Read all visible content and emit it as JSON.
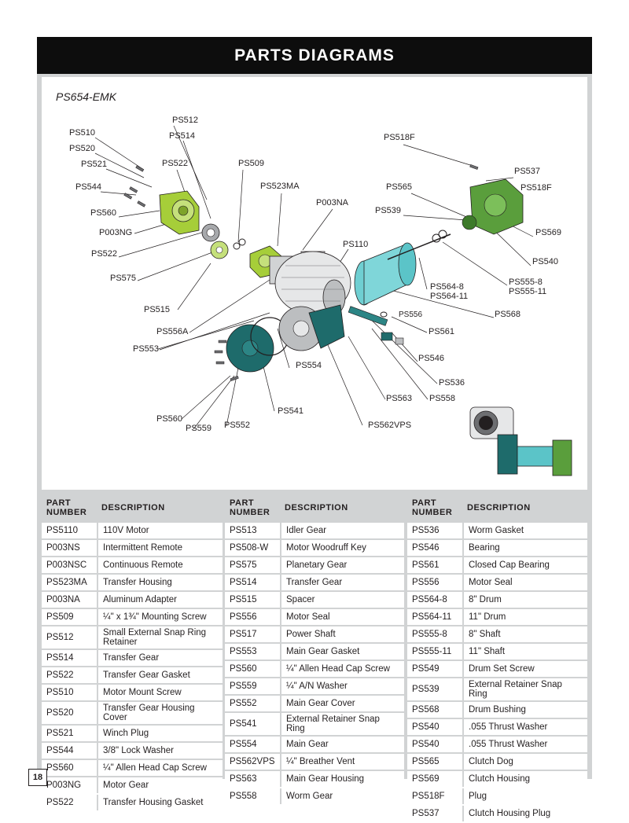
{
  "header": {
    "title": "PARTS DIAGRAMS"
  },
  "diagram": {
    "model": "PS654-EMK",
    "callouts": [
      "PS510",
      "PS520",
      "PS521",
      "PS544",
      "PS560",
      "P003NG",
      "PS522",
      "PS575",
      "PS515",
      "PS556A",
      "PS553",
      "PS512",
      "PS514",
      "PS522",
      "PS509",
      "PS523MA",
      "P003NA",
      "PS110",
      "PS518F",
      "PS537",
      "PS518F",
      "PS565",
      "PS539",
      "PS569",
      "PS540",
      "PS555-8",
      "PS555-11",
      "PS564-8",
      "PS564-11",
      "PS568",
      "PS556",
      "PS561",
      "PS546",
      "PS536",
      "PS558",
      "PS563",
      "PS554",
      "PS541",
      "PS562VPS",
      "PS552",
      "PS560",
      "PS559"
    ]
  },
  "tables": {
    "headers": {
      "part_number": "PART NUMBER",
      "description": "DESCRIPTION"
    },
    "columns": [
      [
        {
          "pn": "PS5110",
          "desc": "110V Motor"
        },
        {
          "pn": "P003NS",
          "desc": "Intermittent Remote"
        },
        {
          "pn": "P003NSC",
          "desc": "Continuous Remote"
        },
        {
          "pn": "PS523MA",
          "desc": "Transfer Housing"
        },
        {
          "pn": "P003NA",
          "desc": "Aluminum Adapter"
        },
        {
          "pn": "PS509",
          "desc": "¼\" x 1¾\" Mounting Screw"
        },
        {
          "pn": "PS512",
          "desc": "Small External Snap Ring Retainer"
        },
        {
          "pn": "PS514",
          "desc": "Transfer Gear"
        },
        {
          "pn": "PS522",
          "desc": "Transfer Gear Gasket"
        },
        {
          "pn": "PS510",
          "desc": "Motor Mount Screw"
        },
        {
          "pn": "PS520",
          "desc": "Transfer Gear Housing Cover"
        },
        {
          "pn": "PS521",
          "desc": "Winch Plug"
        },
        {
          "pn": "PS544",
          "desc": "3/8\" Lock Washer"
        },
        {
          "pn": "PS560",
          "desc": "¼\" Allen Head Cap Screw"
        },
        {
          "pn": "P003NG",
          "desc": "Motor Gear"
        },
        {
          "pn": "PS522",
          "desc": "Transfer Housing Gasket"
        }
      ],
      [
        {
          "pn": "PS513",
          "desc": "Idler Gear"
        },
        {
          "pn": "PS508-W",
          "desc": "Motor Woodruff Key"
        },
        {
          "pn": "PS575",
          "desc": "Planetary Gear"
        },
        {
          "pn": "PS514",
          "desc": "Transfer Gear"
        },
        {
          "pn": "PS515",
          "desc": "Spacer"
        },
        {
          "pn": "PS556",
          "desc": "Motor Seal"
        },
        {
          "pn": "PS517",
          "desc": "Power Shaft"
        },
        {
          "pn": "PS553",
          "desc": "Main Gear Gasket"
        },
        {
          "pn": "PS560",
          "desc": "¼\" Allen Head Cap Screw"
        },
        {
          "pn": "PS559",
          "desc": "¼\" A/N Washer"
        },
        {
          "pn": "PS552",
          "desc": "Main Gear Cover"
        },
        {
          "pn": "PS541",
          "desc": "External Retainer Snap Ring"
        },
        {
          "pn": "PS554",
          "desc": "Main Gear"
        },
        {
          "pn": "PS562VPS",
          "desc": "¼\" Breather Vent"
        },
        {
          "pn": "PS563",
          "desc": "Main Gear Housing"
        },
        {
          "pn": "PS558",
          "desc": "Worm Gear"
        }
      ],
      [
        {
          "pn": "PS536",
          "desc": "Worm Gasket"
        },
        {
          "pn": "PS546",
          "desc": "Bearing"
        },
        {
          "pn": "PS561",
          "desc": "Closed Cap Bearing"
        },
        {
          "pn": "PS556",
          "desc": "Motor Seal"
        },
        {
          "pn": "PS564-8",
          "desc": "8\" Drum"
        },
        {
          "pn": "PS564-11",
          "desc": "11\" Drum"
        },
        {
          "pn": "PS555-8",
          "desc": "8\" Shaft"
        },
        {
          "pn": "PS555-11",
          "desc": "11\" Shaft"
        },
        {
          "pn": "PS549",
          "desc": "Drum Set Screw"
        },
        {
          "pn": "PS539",
          "desc": "External Retainer Snap Ring"
        },
        {
          "pn": "PS568",
          "desc": "Drum Bushing"
        },
        {
          "pn": "PS540",
          "desc": ".055 Thrust Washer"
        },
        {
          "pn": "PS540",
          "desc": ".055 Thrust Washer"
        },
        {
          "pn": "PS565",
          "desc": "Clutch Dog"
        },
        {
          "pn": "PS569",
          "desc": "Clutch Housing"
        },
        {
          "pn": "PS518F",
          "desc": "Plug"
        },
        {
          "pn": "PS537",
          "desc": "Clutch Housing Plug"
        }
      ]
    ]
  },
  "footer": {
    "page_number": "18"
  }
}
